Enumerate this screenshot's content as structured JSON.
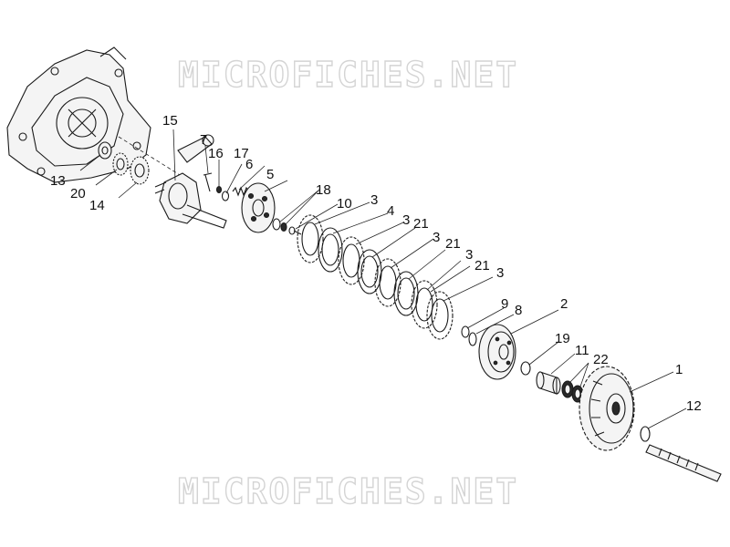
{
  "watermark": {
    "top": "MICROFICHES.NET",
    "bottom": "MICROFICHES.NET"
  },
  "callouts": [
    {
      "id": "15",
      "text": "15"
    },
    {
      "id": "7",
      "text": "7"
    },
    {
      "id": "16",
      "text": "16"
    },
    {
      "id": "17",
      "text": "17"
    },
    {
      "id": "6",
      "text": "6"
    },
    {
      "id": "5",
      "text": "5"
    },
    {
      "id": "18",
      "text": "18"
    },
    {
      "id": "10",
      "text": "10"
    },
    {
      "id": "13",
      "text": "13"
    },
    {
      "id": "20",
      "text": "20"
    },
    {
      "id": "14",
      "text": "14"
    },
    {
      "id": "3a",
      "text": "3"
    },
    {
      "id": "4",
      "text": "4"
    },
    {
      "id": "3b",
      "text": "3"
    },
    {
      "id": "21a",
      "text": "21"
    },
    {
      "id": "3c",
      "text": "3"
    },
    {
      "id": "21b",
      "text": "21"
    },
    {
      "id": "3d",
      "text": "3"
    },
    {
      "id": "21c",
      "text": "21"
    },
    {
      "id": "3e",
      "text": "3"
    },
    {
      "id": "9",
      "text": "9"
    },
    {
      "id": "8",
      "text": "8"
    },
    {
      "id": "2",
      "text": "2"
    },
    {
      "id": "19",
      "text": "19"
    },
    {
      "id": "11",
      "text": "11"
    },
    {
      "id": "22",
      "text": "22"
    },
    {
      "id": "1",
      "text": "1"
    },
    {
      "id": "12",
      "text": "12"
    }
  ]
}
